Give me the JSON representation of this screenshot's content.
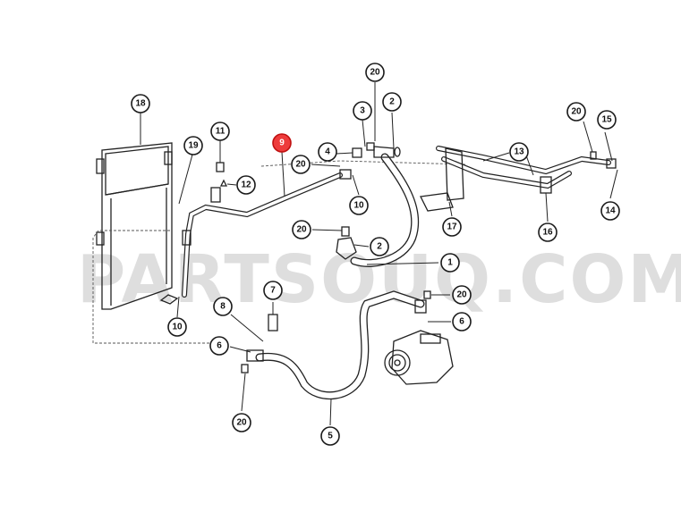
{
  "watermark": "PARTSOUQ.COM",
  "highlight_color": "#ee3b3b",
  "callouts": {
    "c18": "18",
    "c19": "19",
    "c11": "11",
    "c12": "12",
    "c10a": "10",
    "c9": "9",
    "c20a": "20",
    "c4": "4",
    "c3": "3",
    "c20b": "20",
    "c2a": "2",
    "c10b": "10",
    "c20c": "20",
    "c2b": "2",
    "c1": "1",
    "c13": "13",
    "c17": "17",
    "c16": "16",
    "c20d": "20",
    "c15": "15",
    "c14": "14",
    "c7": "7",
    "c8": "8",
    "c6a": "6",
    "c20e": "20",
    "c6b": "6",
    "c20f": "20",
    "c5": "5"
  }
}
